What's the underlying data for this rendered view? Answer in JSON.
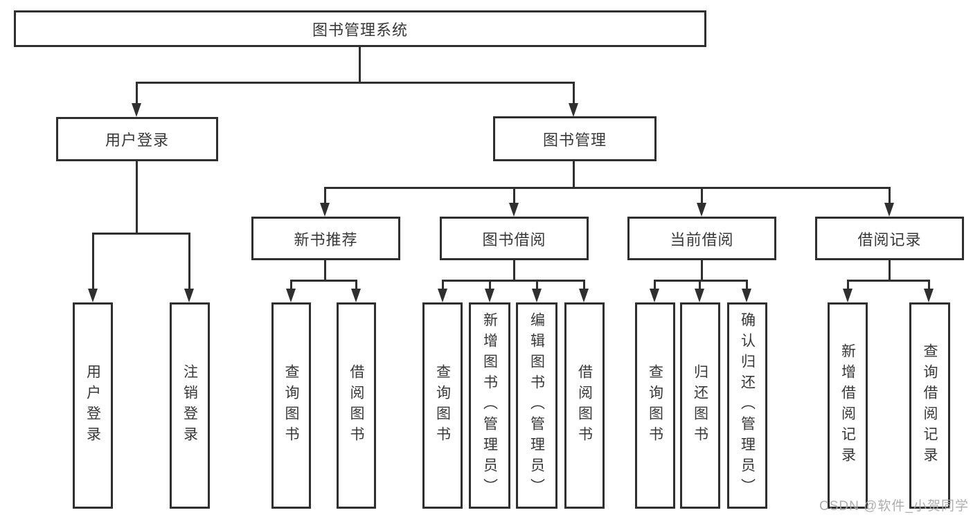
{
  "diagram": {
    "type": "hierarchy-tree",
    "colors": {
      "line": "#2f2f2f",
      "box_border": "#2f2f2f",
      "box_fill": "#ffffff",
      "text": "#383838",
      "watermark": "#aaaaaa"
    }
  },
  "nodes": {
    "root": {
      "label": "图书管理系统"
    },
    "user_login": {
      "label": "用户登录"
    },
    "book_mgmt": {
      "label": "图书管理"
    },
    "new_book_rec": {
      "label": "新书推荐"
    },
    "book_borrow": {
      "label": "图书借阅"
    },
    "current_borrow": {
      "label": "当前借阅"
    },
    "borrow_records": {
      "label": "借阅记录"
    },
    "leaf_user_login": {
      "label": "用户登录"
    },
    "leaf_logout": {
      "label": "注销登录"
    },
    "rec_query_books": {
      "label": "查询图书"
    },
    "rec_borrow_books": {
      "label": "借阅图书"
    },
    "bb_query_books": {
      "label": "查询图书"
    },
    "bb_add_books": {
      "label": "新增图书（管理员）"
    },
    "bb_edit_books": {
      "label": "编辑图书（管理员）"
    },
    "bb_borrow_books": {
      "label": "借阅图书"
    },
    "cb_query_books": {
      "label": "查询图书"
    },
    "cb_return_books": {
      "label": "归还图书"
    },
    "cb_confirm_return": {
      "label": "确认归还（管理员）"
    },
    "br_add_record": {
      "label": "新增借阅记录"
    },
    "br_query_record": {
      "label": "查询借阅记录"
    }
  },
  "watermark": {
    "text": "CSDN @软件_小贺同学"
  }
}
